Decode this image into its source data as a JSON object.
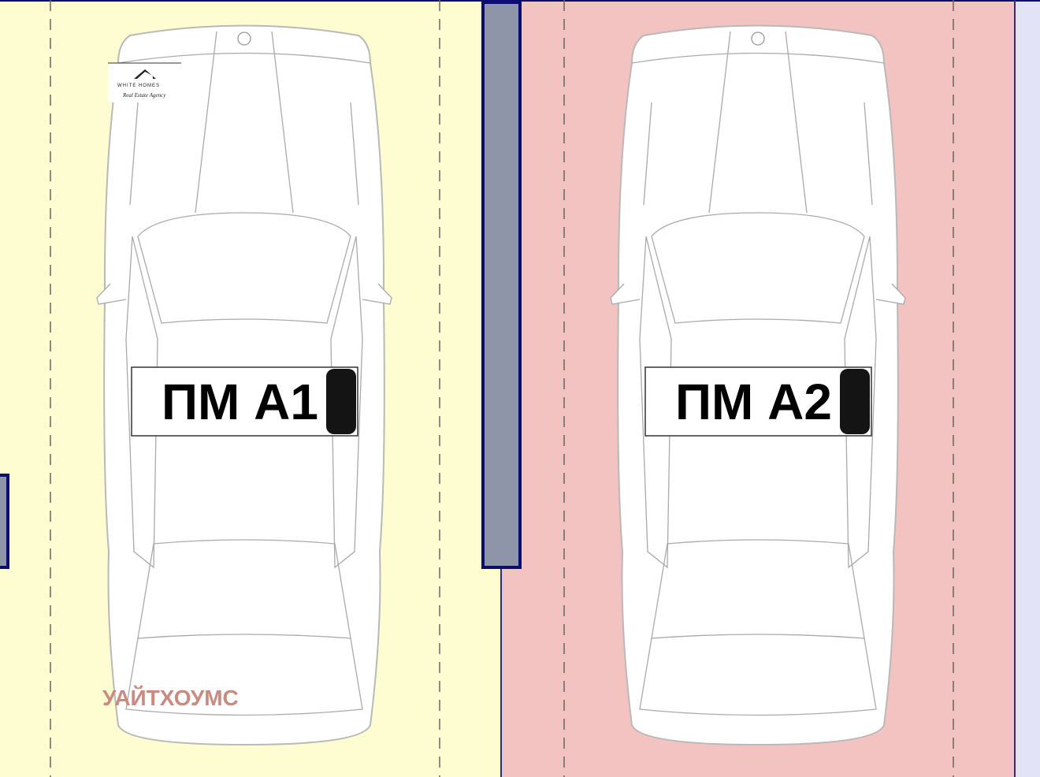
{
  "colors": {
    "spot_a1": "#fefdd2",
    "spot_a2": "#f2c3c0",
    "neighbor_right": "#e3e3f8",
    "column": "#8f95a8",
    "border": "#0d0d6e",
    "watermark": "#c98a80"
  },
  "spots": [
    {
      "label": "ПМ А1",
      "redacted": true
    },
    {
      "label": "ПМ А2",
      "redacted": true
    }
  ],
  "logo": {
    "name": "WHITE HOMES",
    "tagline": "Real Estate Agency",
    "icon": "house-icon"
  },
  "watermark": "УАЙТХОУМС"
}
